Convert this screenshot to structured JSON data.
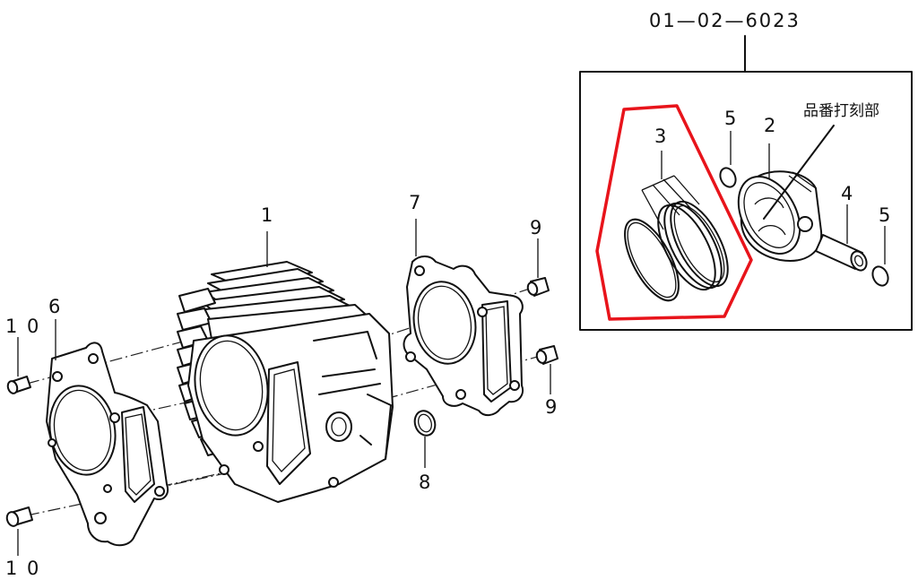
{
  "assembly_number": "01—02—6023",
  "engraving_note": "品番打刻部",
  "part_labels": {
    "p1": "1",
    "p2": "2",
    "p3": "3",
    "p4": "4",
    "p5_left": "5",
    "p5_right": "5",
    "p6": "6",
    "p7": "7",
    "p8": "8",
    "p9_top": "9",
    "p9_bottom": "9",
    "p10_top": "1 0",
    "p10_bottom": "1 0"
  },
  "colors": {
    "line": "#111111",
    "highlight": "#e8141b",
    "background": "#ffffff"
  }
}
